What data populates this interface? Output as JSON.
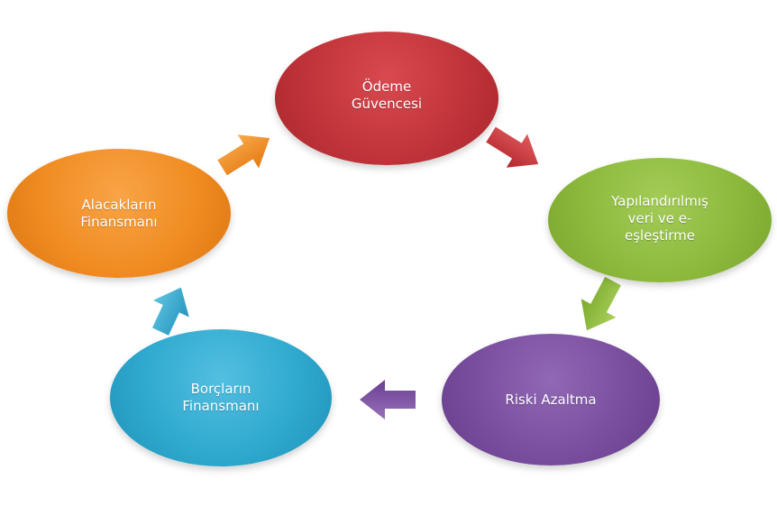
{
  "cycle": {
    "nodes": [
      {
        "label": "Ödeme\nGüvencesi",
        "color": "#c0343a"
      },
      {
        "label": "Yapılandırılmış\nveri ve e-\neşleştirme",
        "color": "#8dba3d"
      },
      {
        "label": "Riski Azaltma",
        "color": "#7a4e9f"
      },
      {
        "label": "Borçların\nFinansmanı",
        "color": "#2fa9cf"
      },
      {
        "label": "Alacakların\nFinansmanı",
        "color": "#f08c22"
      }
    ],
    "arrows": [
      {
        "from": "Ödeme Güvencesi",
        "to": "Yapılandırılmış veri ve e-eşleştirme",
        "color": "#c0343a"
      },
      {
        "from": "Yapılandırılmış veri ve e-eşleştirme",
        "to": "Riski Azaltma",
        "color": "#8dba3d"
      },
      {
        "from": "Riski Azaltma",
        "to": "Borçların Finansmanı",
        "color": "#7a4e9f"
      },
      {
        "from": "Borçların Finansmanı",
        "to": "Alacakların Finansmanı",
        "color": "#2fa9cf"
      },
      {
        "from": "Alacakların Finansmanı",
        "to": "Ödeme Güvencesi",
        "color": "#f08c22"
      }
    ]
  }
}
